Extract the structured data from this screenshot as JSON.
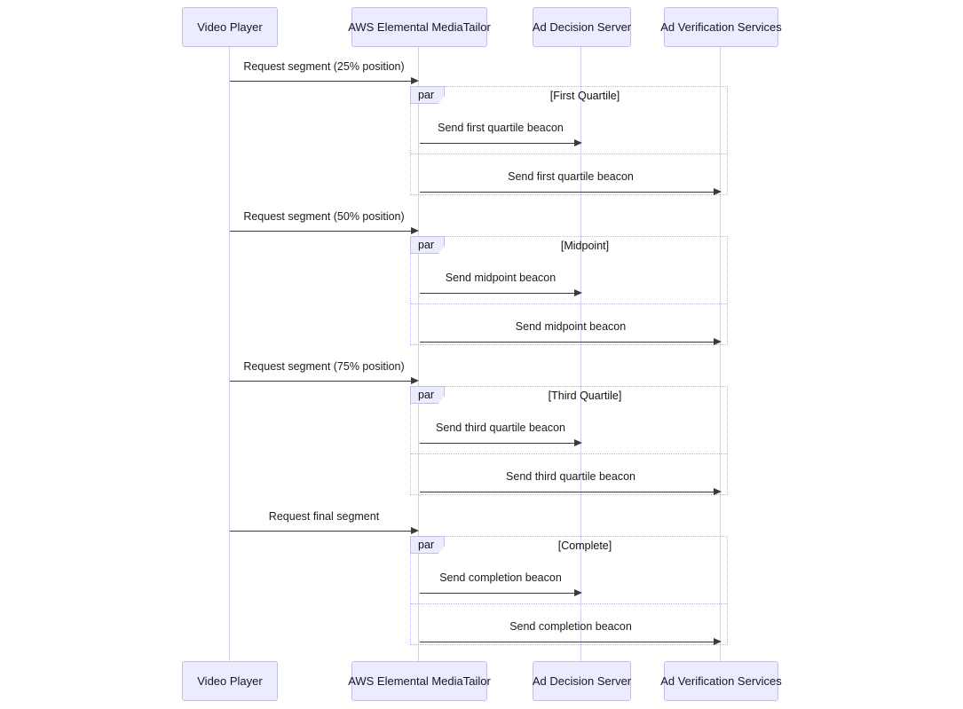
{
  "diagram": {
    "type": "sequence-diagram",
    "actors": [
      {
        "label": "Video Player"
      },
      {
        "label": "AWS Elemental MediaTailor"
      },
      {
        "label": "Ad Decision Server"
      },
      {
        "label": "Ad Verification Services"
      }
    ],
    "requests": [
      {
        "text": "Request segment (25% position)",
        "from": "Video Player",
        "to": "AWS Elemental MediaTailor"
      },
      {
        "text": "Request segment (50% position)",
        "from": "Video Player",
        "to": "AWS Elemental MediaTailor"
      },
      {
        "text": "Request segment (75% position)",
        "from": "Video Player",
        "to": "AWS Elemental MediaTailor"
      },
      {
        "text": "Request final segment",
        "from": "Video Player",
        "to": "AWS Elemental MediaTailor"
      }
    ],
    "par_blocks": [
      {
        "keyword": "par",
        "condition": "[First Quartile]",
        "messages": [
          {
            "text": "Send first quartile beacon",
            "from": "AWS Elemental MediaTailor",
            "to": "Ad Decision Server"
          },
          {
            "text": "Send first quartile beacon",
            "from": "AWS Elemental MediaTailor",
            "to": "Ad Verification Services"
          }
        ]
      },
      {
        "keyword": "par",
        "condition": "[Midpoint]",
        "messages": [
          {
            "text": "Send midpoint beacon",
            "from": "AWS Elemental MediaTailor",
            "to": "Ad Decision Server"
          },
          {
            "text": "Send midpoint beacon",
            "from": "AWS Elemental MediaTailor",
            "to": "Ad Verification Services"
          }
        ]
      },
      {
        "keyword": "par",
        "condition": "[Third Quartile]",
        "messages": [
          {
            "text": "Send third quartile beacon",
            "from": "AWS Elemental MediaTailor",
            "to": "Ad Decision Server"
          },
          {
            "text": "Send third quartile beacon",
            "from": "AWS Elemental MediaTailor",
            "to": "Ad Verification Services"
          }
        ]
      },
      {
        "keyword": "par",
        "condition": "[Complete]",
        "messages": [
          {
            "text": "Send completion beacon",
            "from": "AWS Elemental MediaTailor",
            "to": "Ad Decision Server"
          },
          {
            "text": "Send completion beacon",
            "from": "AWS Elemental MediaTailor",
            "to": "Ad Verification Services"
          }
        ]
      }
    ],
    "colors": {
      "actor_fill": "#ECECFF",
      "actor_border": "#c3c0e2",
      "lifeline": "#d2d2e8",
      "par_border": "#b7b4e4",
      "arrow": "#3a3a3a",
      "text": "#1c1c1c"
    }
  }
}
